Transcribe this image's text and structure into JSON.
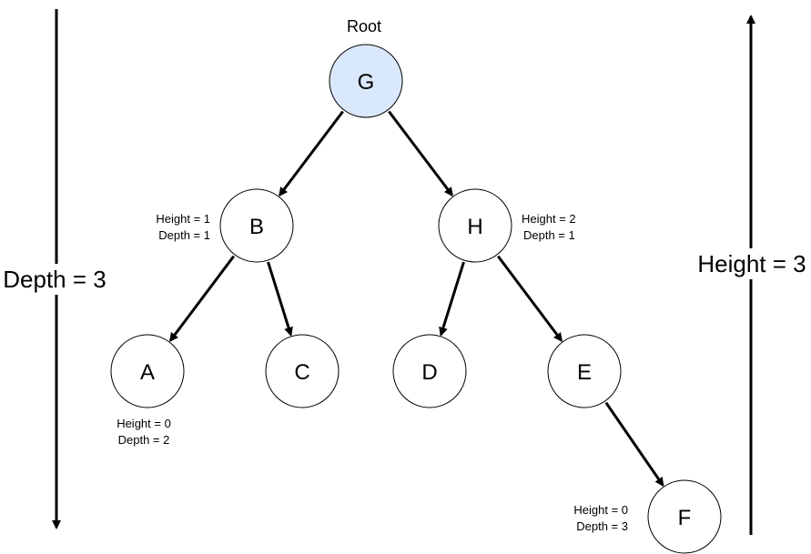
{
  "root_label": "Root",
  "depth_label": "Depth = 3",
  "height_label": "Height = 3",
  "colors": {
    "root_fill": "#dae8fc",
    "root_stroke": "#6c8ebf",
    "node_fill": "#ffffff",
    "stroke": "#000000"
  },
  "nodes": {
    "G": {
      "label": "G"
    },
    "B": {
      "label": "B",
      "height_text": "Height = 1",
      "depth_text": "Depth = 1"
    },
    "H": {
      "label": "H",
      "height_text": "Height = 2",
      "depth_text": "Depth = 1"
    },
    "A": {
      "label": "A",
      "height_text": "Height = 0",
      "depth_text": "Depth = 2"
    },
    "C": {
      "label": "C"
    },
    "D": {
      "label": "D"
    },
    "E": {
      "label": "E"
    },
    "F": {
      "label": "F",
      "height_text": "Height = 0",
      "depth_text": "Depth = 3"
    }
  },
  "edges": [
    {
      "from": "G",
      "to": "B"
    },
    {
      "from": "G",
      "to": "H"
    },
    {
      "from": "B",
      "to": "A"
    },
    {
      "from": "B",
      "to": "C"
    },
    {
      "from": "H",
      "to": "D"
    },
    {
      "from": "H",
      "to": "E"
    },
    {
      "from": "E",
      "to": "F"
    }
  ]
}
